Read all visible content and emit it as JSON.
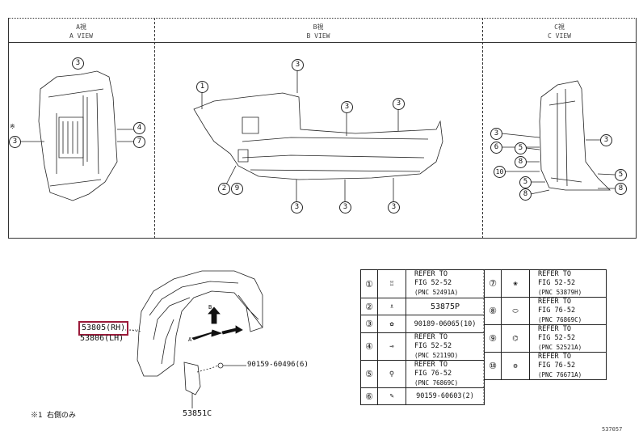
{
  "views": [
    {
      "title_jp": "A視",
      "title_en": "A VIEW"
    },
    {
      "title_jp": "B視",
      "title_en": "B VIEW"
    },
    {
      "title_jp": "C視",
      "title_en": "C VIEW"
    }
  ],
  "callouts": {
    "a": [
      "3",
      "※",
      "3",
      "4",
      "7"
    ],
    "b": [
      "1",
      "3",
      "3",
      "3",
      "2",
      "9",
      "3",
      "3",
      "3"
    ],
    "c": [
      "3",
      "6",
      "5",
      "8",
      "10",
      "5",
      "8",
      "3",
      "5",
      "8"
    ]
  },
  "parts": {
    "main_rh": "53805(RH)",
    "main_lh": "53806(LH)",
    "screw": "90159-60496(6)",
    "plate": "53851C",
    "arrow_a": "A",
    "arrow_b": "B",
    "note": "※1 右側のみ",
    "highlight_color": "#9b1b3a"
  },
  "legend": [
    {
      "num": "①",
      "l1": "REFER TO",
      "l2": "FIG 52-52",
      "l3": "(PNC 52491A)"
    },
    {
      "num": "②",
      "l1": "53875P"
    },
    {
      "num": "③",
      "l1": "90189-06065(10)"
    },
    {
      "num": "④",
      "l1": "REFER TO",
      "l2": "FIG 52-52",
      "l3": "(PNC 52119D)"
    },
    {
      "num": "⑤",
      "l1": "REFER TO",
      "l2": "FIG 76-52",
      "l3": "(PNC 76869C)"
    },
    {
      "num": "⑥",
      "l1": "90159-60603(2)"
    },
    {
      "num": "⑦",
      "l1": "REFER TO",
      "l2": "FIG 52-52",
      "l3": "(PNC 53879H)"
    },
    {
      "num": "⑧",
      "l1": "REFER TO",
      "l2": "FIG 76-52",
      "l3": "(PNC 76869C)"
    },
    {
      "num": "⑨",
      "l1": "REFER TO",
      "l2": "FIG 52-52",
      "l3": "(PNC 52521A)"
    },
    {
      "num": "⑩",
      "l1": "REFER TO",
      "l2": "FIG 76-52",
      "l3": "(PNC 76671A)"
    }
  ],
  "figure_id": "537057"
}
